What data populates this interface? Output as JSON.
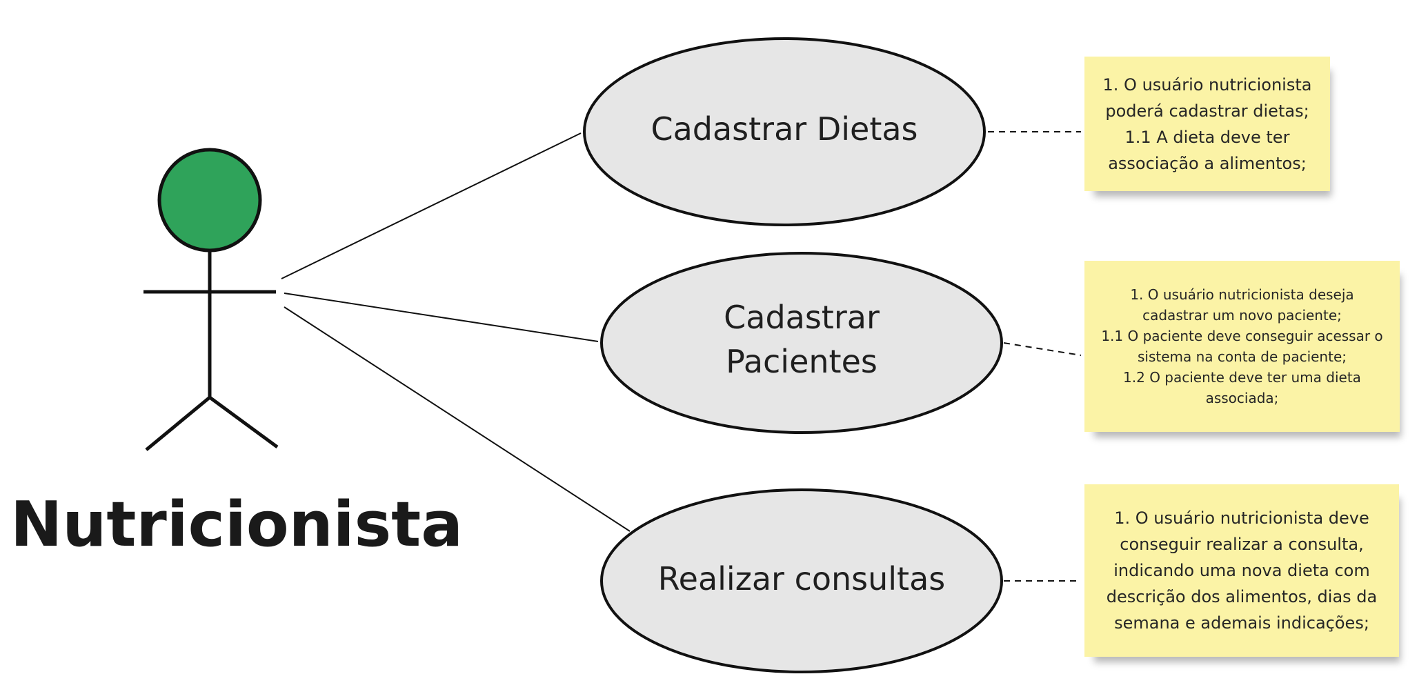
{
  "actor": {
    "name": "Nutricionista",
    "head_color": "#2fa35a"
  },
  "use_cases": [
    {
      "id": "cadastrar-dietas",
      "lines": [
        "Cadastrar Dietas"
      ]
    },
    {
      "id": "cadastrar-pacientes",
      "lines": [
        "Cadastrar",
        "Pacientes"
      ]
    },
    {
      "id": "realizar-consultas",
      "lines": [
        "Realizar consultas"
      ]
    }
  ],
  "notes": [
    {
      "text": "1. O usuário nutricionista\npoderá cadastrar dietas;\n1.1 A dieta deve ter\nassociação a alimentos;"
    },
    {
      "text": "1. O usuário nutricionista deseja\ncadastrar um novo paciente;\n1.1 O paciente deve conseguir acessar o\nsistema na conta de paciente;\n1.2 O paciente deve ter uma dieta\nassociada;"
    },
    {
      "text": "1. O usuário nutricionista deve\nconseguir realizar a consulta,\nindicando uma nova dieta com\ndescrição dos alimentos, dias da\nsemana e ademais indicações;"
    }
  ],
  "colors": {
    "note_fill": "#fbf3a6",
    "ellipse_fill": "#e6e6e6",
    "stroke": "#1a1a1a"
  }
}
